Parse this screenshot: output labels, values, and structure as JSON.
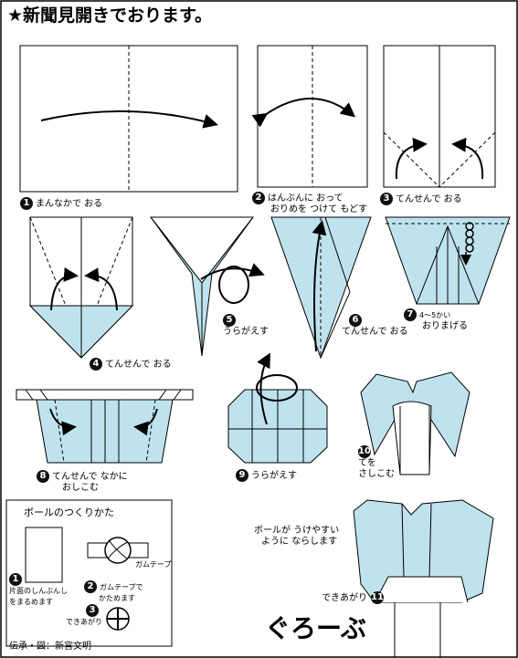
{
  "title": "★新聞見開きでおります。",
  "steps": [
    {
      "num": "1",
      "text": "まんなかで おる"
    },
    {
      "num": "2",
      "text_line1": "はんぶんに おって",
      "text_line2": "おりめを つけて もどす"
    },
    {
      "num": "3",
      "text": "てんせんで おる"
    },
    {
      "num": "4",
      "text": "てんせんで おる"
    },
    {
      "num": "5",
      "text": "うらがえす"
    },
    {
      "num": "6",
      "text": "てんせんで おる"
    },
    {
      "num": "7",
      "text_line1": "4～5かい",
      "text_line2": "おりまげる"
    },
    {
      "num": "8",
      "text_line1": "てんせんで なかに",
      "text_line2": "おしこむ"
    },
    {
      "num": "9",
      "text": "うらがえす"
    },
    {
      "num": "10",
      "text_line1": "てを",
      "text_line2": "さしこむ"
    },
    {
      "num": "11",
      "text": "できあがり"
    }
  ],
  "ball": {
    "heading": "ボールのつくりかた",
    "step1_num": "1",
    "step1_line1": "片面のしんぶんし",
    "step1_line2": "をまるめます",
    "tape_label": "ガムテープ",
    "step2_num": "2",
    "step2_line1": "ガムテープで",
    "step2_line2": "かためます",
    "step3_num": "3",
    "step3_text": "できあがり"
  },
  "note_line1": "ボールが うけやすい",
  "note_line2": "ように ならします",
  "result_name": "ぐろーぶ",
  "credit": "伝承・図：新宮文明",
  "colors": {
    "paper": "#bfe3ee",
    "line": "#000000"
  }
}
